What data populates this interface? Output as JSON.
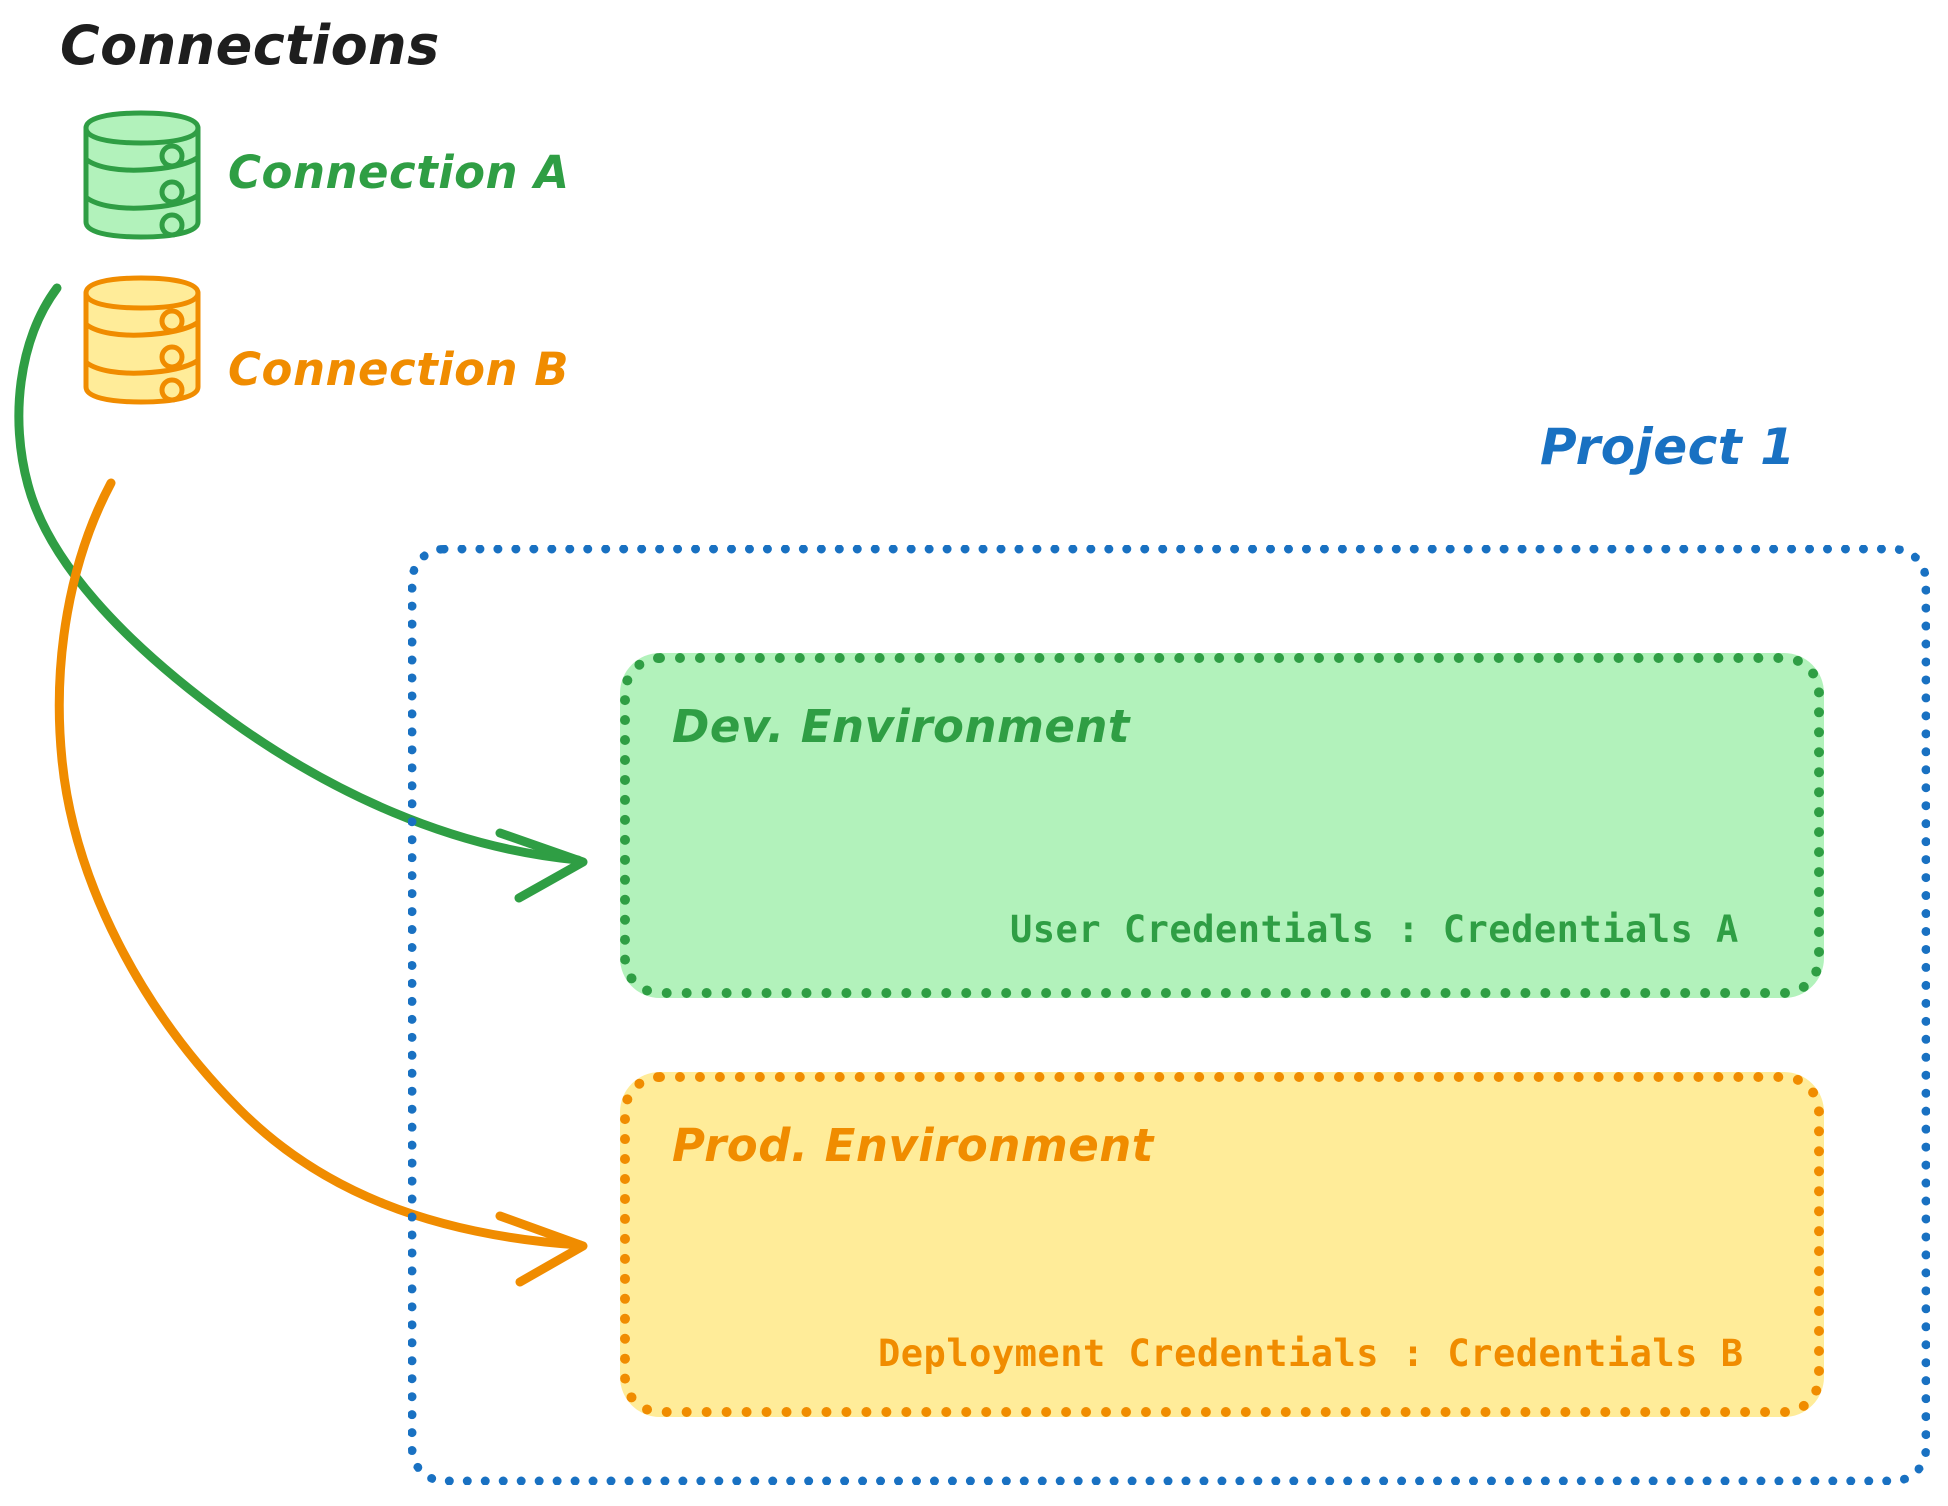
{
  "title": "Connections",
  "connections": [
    {
      "id": "connection-a",
      "label": "Connection A",
      "color": "#2f9e44",
      "fill": "#b2f2bb",
      "icon": "database-cylinder-icon"
    },
    {
      "id": "connection-b",
      "label": "Connection B",
      "color": "#f08c00",
      "fill": "#ffec99",
      "icon": "database-cylinder-icon"
    }
  ],
  "project": {
    "label": "Project 1",
    "color": "#1971c2",
    "environments": [
      {
        "id": "dev-environment",
        "title": "Dev. Environment",
        "credentials_label": "User Credentials : Credentials A",
        "color": "#2f9e44",
        "fill": "#b2f2bb"
      },
      {
        "id": "prod-environment",
        "title": "Prod. Environment",
        "credentials_label": "Deployment Credentials : Credentials B",
        "color": "#f08c00",
        "fill": "#ffec99"
      }
    ]
  },
  "arrows": [
    {
      "id": "arrow-connection-a-to-dev",
      "from": "connection-a",
      "to": "dev-environment",
      "color": "#2f9e44"
    },
    {
      "id": "arrow-connection-b-to-prod",
      "from": "connection-b",
      "to": "prod-environment",
      "color": "#f08c00"
    }
  ],
  "colors": {
    "title": "#1e1e1e",
    "green_stroke": "#2f9e44",
    "green_fill": "#b2f2bb",
    "orange_stroke": "#f08c00",
    "orange_fill": "#ffec99",
    "blue_stroke": "#1971c2",
    "background": "#ffffff"
  }
}
